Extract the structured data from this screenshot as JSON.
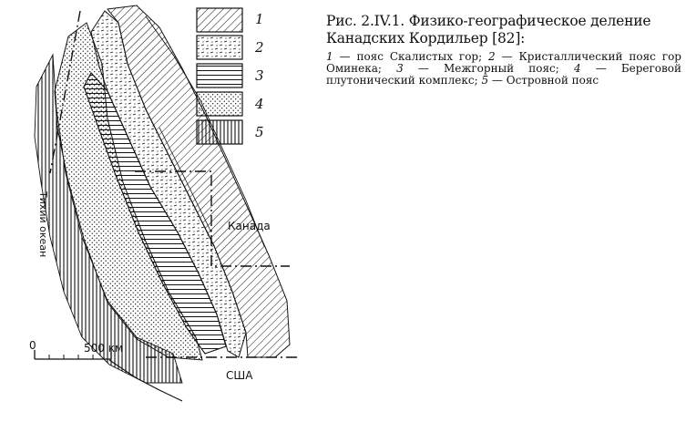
{
  "figure": {
    "title": "Рис. 2.IV.1. Физико-географическое деление Канадских Кордильер [82]:",
    "legend_text": [
      {
        "num": "1",
        "text": " — пояс Скалистых гор; "
      },
      {
        "num": "2",
        "text": " — Кристаллический пояс гор Оминека; "
      },
      {
        "num": "3",
        "text": " — Межгорный пояс; "
      },
      {
        "num": "4",
        "text": " — Береговой плутонический комплекс; "
      },
      {
        "num": "5",
        "text": " — Островной пояс"
      }
    ]
  },
  "legend": [
    {
      "num": "1",
      "pattern": "diagonal-hatch"
    },
    {
      "num": "2",
      "pattern": "dashes"
    },
    {
      "num": "3",
      "pattern": "horizontal-lines"
    },
    {
      "num": "4",
      "pattern": "dots"
    },
    {
      "num": "5",
      "pattern": "vertical-lines"
    }
  ],
  "map": {
    "labels": {
      "canada": "Канада",
      "usa": "США",
      "ocean": "Тихий океан"
    },
    "scale": {
      "start": "0",
      "end": "500 км"
    }
  },
  "colors": {
    "ink": "#111111",
    "paper": "#ffffff"
  }
}
